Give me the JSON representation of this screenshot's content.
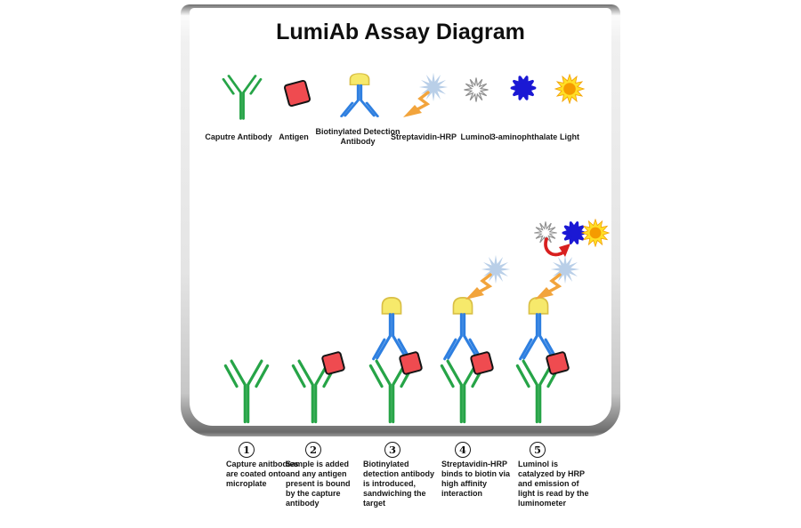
{
  "title": "LumiAb Assay Diagram",
  "legend": {
    "items": [
      {
        "icon": "capture-antibody-icon",
        "label": "Caputre Antibody"
      },
      {
        "icon": "antigen-icon",
        "label": "Antigen"
      },
      {
        "icon": "biotinylated-detection-antibody-icon",
        "label": "Biotinylated Detection Antibody"
      },
      {
        "icon": "streptavidin-hrp-icon",
        "label": "Streptavidin-HRP"
      },
      {
        "icon": "luminol-icon",
        "label": "Luminol"
      },
      {
        "icon": "aminophthalate-icon",
        "label": "3-aminophthalate"
      },
      {
        "icon": "light-icon",
        "label": "Light"
      }
    ]
  },
  "steps": [
    {
      "number": "1",
      "text": "Capture anitbodies are coated onto microplate"
    },
    {
      "number": "2",
      "text": "Sample is added and any antigen present is bound by the capture antibody"
    },
    {
      "number": "3",
      "text": "Biotinylated detection antibody is introduced, sandwiching the target"
    },
    {
      "number": "4",
      "text": "Streptavidin-HRP binds to biotin via high affinity interaction"
    },
    {
      "number": "5",
      "text": "Luminol is catalyzed by HRP and emission of light is read by the luminometer"
    }
  ],
  "colors": {
    "capture_antibody": "#26a447",
    "antigen": "#ef4b50",
    "detection_antibody": "#2e7fe0",
    "biotin_cap": "#f6e96b",
    "streptavidin_hrp_burst": "#b9cfe8",
    "hrp_arrow": "#f2a43c",
    "luminol_outline": "#909090",
    "aminophthalate": "#1b18d4",
    "light_sun": "#ffdf26",
    "light_core": "#f59b00",
    "reaction_arrow": "#d81f1f"
  }
}
